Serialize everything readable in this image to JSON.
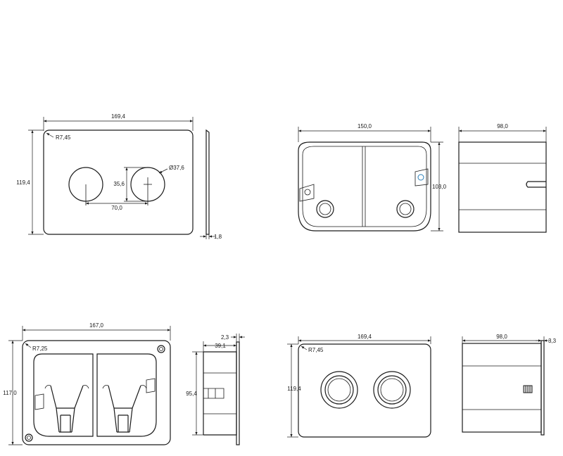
{
  "drawing1": {
    "width": "169,4",
    "height": "119,4",
    "radius": "R7,45",
    "diameter": "Ø37,6",
    "hole_height": "35,6",
    "spacing": "70,0",
    "thickness": "1,8"
  },
  "drawing2": {
    "width": "150,0",
    "height": "103,0",
    "depth": "98,0"
  },
  "drawing3": {
    "width": "167,0",
    "height": "117,0",
    "radius": "R7,25",
    "depth": "39,1",
    "offset": "2,3",
    "inner_height": "95,4"
  },
  "drawing4": {
    "width": "169,4",
    "height": "119,4",
    "radius": "R7,45",
    "depth": "98,0",
    "offset": "3,3"
  }
}
